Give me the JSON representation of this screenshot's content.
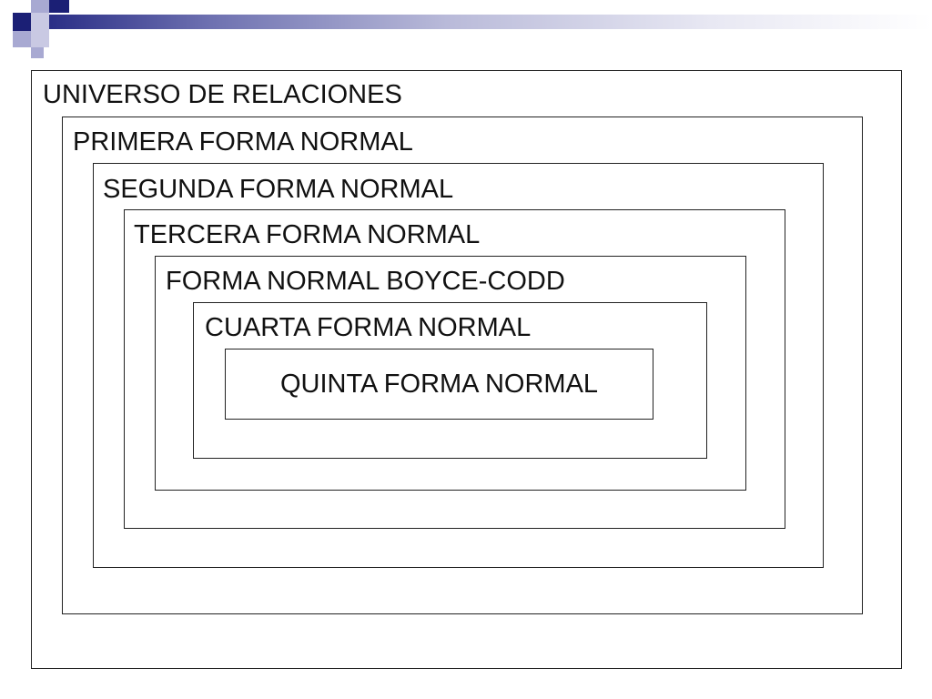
{
  "slide": {
    "colors": {
      "accent_navy": "#1b1f75",
      "accent_light": "#a8a9d2",
      "box_border": "#222222",
      "text": "#111111"
    },
    "levels": [
      {
        "id": "universo",
        "label": "UNIVERSO DE RELACIONES"
      },
      {
        "id": "primera",
        "label": "PRIMERA FORMA NORMAL"
      },
      {
        "id": "segunda",
        "label": "SEGUNDA FORMA NORMAL"
      },
      {
        "id": "tercera",
        "label": "TERCERA FORMA NORMAL"
      },
      {
        "id": "bcnf",
        "label": "FORMA NORMAL BOYCE-CODD"
      },
      {
        "id": "cuarta",
        "label": "CUARTA FORMA NORMAL"
      },
      {
        "id": "quinta",
        "label": "QUINTA FORMA NORMAL"
      }
    ]
  }
}
